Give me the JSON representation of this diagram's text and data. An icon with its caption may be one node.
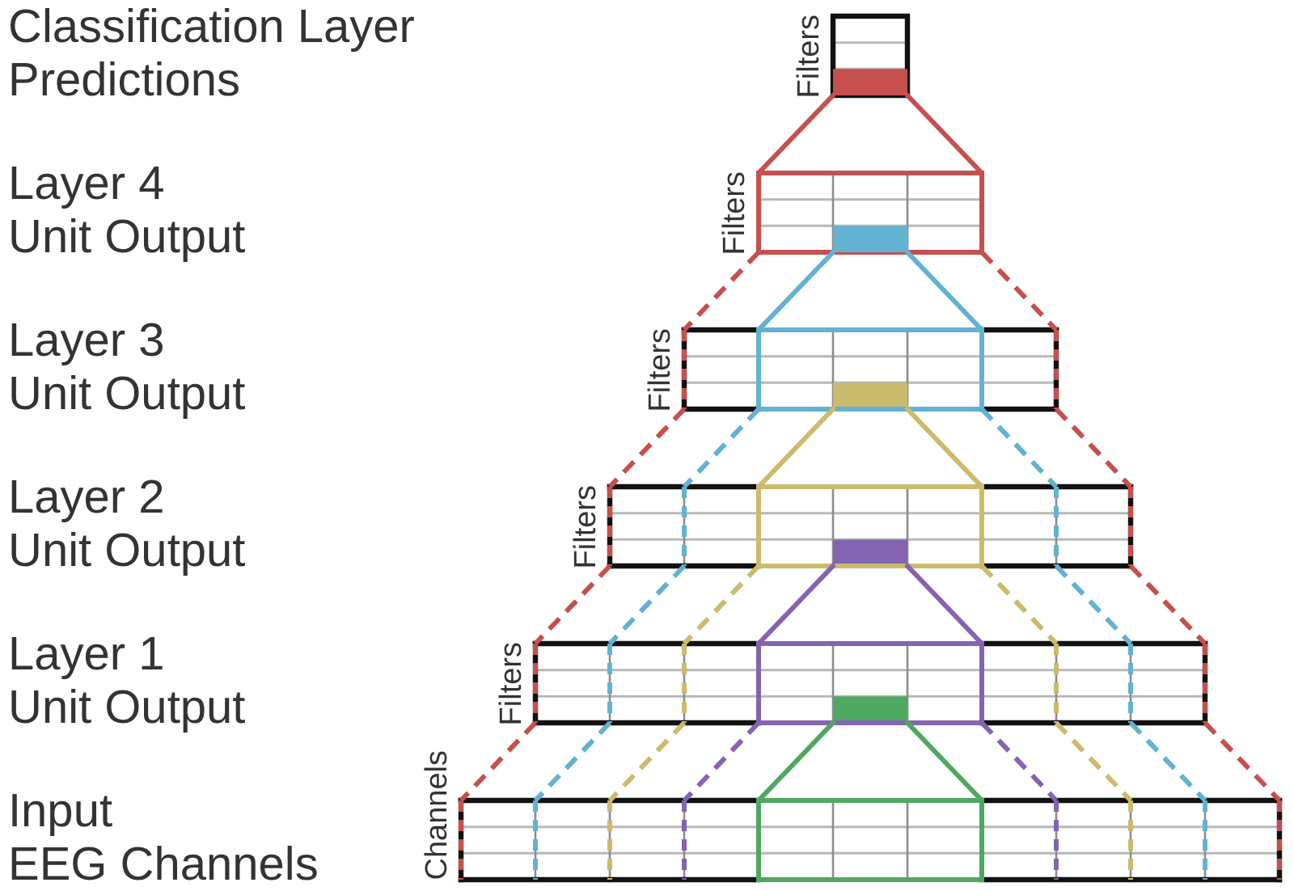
{
  "diagram": {
    "labels": [
      "Classification Layer",
      "Predictions",
      "Filters",
      "Layer 4",
      "Unit Output",
      "Filters",
      "Layer 3",
      "Unit Output",
      "Filters",
      "Layer 2",
      "Unit Output",
      "Filters",
      "Layer 1",
      "Unit Output",
      "Filters",
      "Input",
      "EEG Channels",
      "Channels"
    ]
  }
}
